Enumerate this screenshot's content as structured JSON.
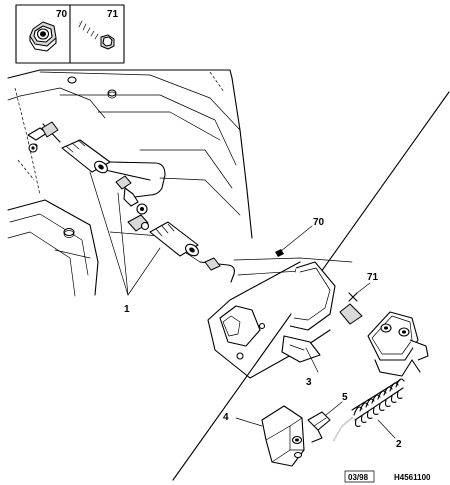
{
  "parts_box": {
    "nut_ref": "70",
    "screw_ref": "71"
  },
  "callouts": {
    "c70": "70",
    "c71": "71",
    "c1": "1",
    "c2": "2",
    "c3": "3",
    "c4": "4",
    "c5": "5"
  },
  "footer": {
    "date_code": "03/98",
    "drawing_code": "H4561100"
  }
}
